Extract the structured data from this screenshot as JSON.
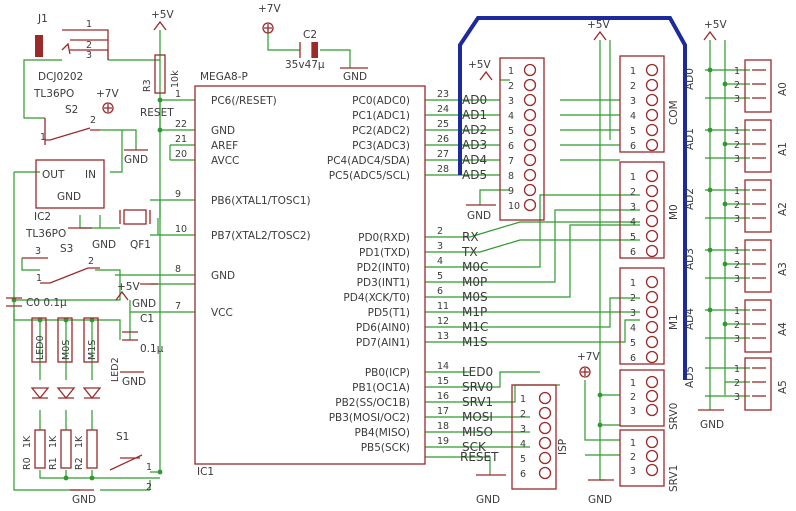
{
  "supplies": {
    "vcc5": "+5V",
    "vcc7": "+7V",
    "gnd": "GND"
  },
  "j1": {
    "ref": "J1",
    "type": "DCJ0202",
    "pins": [
      "1",
      "2",
      "3"
    ]
  },
  "s2": {
    "ref": "S2",
    "type": "TL36PO",
    "pins": [
      "1",
      "2"
    ]
  },
  "ic2": {
    "ref": "IC2",
    "out": "OUT",
    "in": "IN",
    "gnd": "GND"
  },
  "s3": {
    "ref": "S3",
    "type": "TL36PO",
    "pins": [
      "1",
      "2",
      "3"
    ]
  },
  "c0": {
    "label": "C0 0.1µ"
  },
  "c1": {
    "ref": "C1",
    "value": "0.1µ"
  },
  "c2": {
    "ref": "C2",
    "value": "35v47µ"
  },
  "r3": {
    "ref": "R3",
    "value": "10k"
  },
  "reset_net": "RESET",
  "qf1": {
    "ref": "QF1"
  },
  "leds": [
    {
      "name": "LED0"
    },
    {
      "name": "M0S"
    },
    {
      "name": "M1S"
    }
  ],
  "led2": {
    "ref": "LED2"
  },
  "resistors": [
    {
      "ref": "R0",
      "value": "1K"
    },
    {
      "ref": "R1",
      "value": "1K"
    },
    {
      "ref": "R2",
      "value": "1K"
    }
  ],
  "s1": {
    "ref": "S1",
    "pins": [
      "1",
      "2"
    ]
  },
  "ic1": {
    "type": "MEGA8-P",
    "ref": "IC1",
    "left_pins": [
      {
        "num": "1",
        "name": "PC6(/RESET)"
      },
      {
        "num": "22",
        "name": "GND"
      },
      {
        "num": "21",
        "name": "AREF"
      },
      {
        "num": "20",
        "name": "AVCC"
      },
      {
        "num": "9",
        "name": "PB6(XTAL1/TOSC1)"
      },
      {
        "num": "10",
        "name": "PB7(XTAL2/TOSC2)"
      },
      {
        "num": "8",
        "name": "GND"
      },
      {
        "num": "7",
        "name": "VCC"
      }
    ],
    "right_pins": [
      {
        "num": "23",
        "name": "PC0(ADC0)",
        "net": "AD0"
      },
      {
        "num": "24",
        "name": "PC1(ADC1)",
        "net": "AD1"
      },
      {
        "num": "25",
        "name": "PC2(ADC2)",
        "net": "AD2"
      },
      {
        "num": "26",
        "name": "PC3(ADC3)",
        "net": "AD3"
      },
      {
        "num": "27",
        "name": "PC4(ADC4/SDA)",
        "net": "AD4"
      },
      {
        "num": "28",
        "name": "PC5(ADC5/SCL)",
        "net": "AD5"
      },
      {
        "num": "2",
        "name": "PD0(RXD)",
        "net": "RX"
      },
      {
        "num": "3",
        "name": "PD1(TXD)",
        "net": "TX"
      },
      {
        "num": "4",
        "name": "PD2(INT0)",
        "net": "M0C"
      },
      {
        "num": "5",
        "name": "PD3(INT1)",
        "net": "M0P"
      },
      {
        "num": "6",
        "name": "PD4(XCK/T0)",
        "net": "M0S"
      },
      {
        "num": "11",
        "name": "PD5(T1)",
        "net": "M1P"
      },
      {
        "num": "12",
        "name": "PD6(AIN0)",
        "net": "M1C"
      },
      {
        "num": "13",
        "name": "PD7(AIN1)",
        "net": "M1S"
      },
      {
        "num": "14",
        "name": "PB0(ICP)",
        "net": "LED0"
      },
      {
        "num": "15",
        "name": "PB1(OC1A)",
        "net": "SRV0"
      },
      {
        "num": "16",
        "name": "PB2(SS/OC1B)",
        "net": "SRV1"
      },
      {
        "num": "17",
        "name": "PB3(MOSI/OC2)",
        "net": "MOSI"
      },
      {
        "num": "18",
        "name": "PB4(MISO)",
        "net": "MISO"
      },
      {
        "num": "19",
        "name": "PB5(SCK)",
        "net": "SCK"
      }
    ]
  },
  "hdr10": {
    "pins": [
      "1",
      "2",
      "3",
      "4",
      "5",
      "6",
      "7",
      "8",
      "9",
      "10"
    ]
  },
  "isp": {
    "label": "ISP",
    "pins": [
      "1",
      "2",
      "3",
      "4",
      "5",
      "6"
    ]
  },
  "com": {
    "label": "COM",
    "pins": [
      "1",
      "2",
      "3",
      "4",
      "5",
      "6"
    ]
  },
  "m0": {
    "label": "M0",
    "pins": [
      "1",
      "2",
      "3",
      "4",
      "5",
      "6"
    ]
  },
  "m1": {
    "label": "M1",
    "pins": [
      "1",
      "2",
      "3",
      "4",
      "5",
      "6"
    ]
  },
  "srv0": {
    "label": "SRV0",
    "pins": [
      "1",
      "2",
      "3"
    ]
  },
  "srv1": {
    "label": "SRV1",
    "pins": [
      "1",
      "2",
      "3"
    ]
  },
  "analog": [
    {
      "net": "AD0",
      "ref": "A0",
      "pins": [
        "1",
        "2",
        "3"
      ]
    },
    {
      "net": "AD1",
      "ref": "A1",
      "pins": [
        "1",
        "2",
        "3"
      ]
    },
    {
      "net": "AD2",
      "ref": "A2",
      "pins": [
        "1",
        "2",
        "3"
      ]
    },
    {
      "net": "AD3",
      "ref": "A3",
      "pins": [
        "1",
        "2",
        "3"
      ]
    },
    {
      "net": "AD4",
      "ref": "A4",
      "pins": [
        "1",
        "2",
        "3"
      ]
    },
    {
      "net": "AD5",
      "ref": "A5",
      "pins": [
        "1",
        "2",
        "3"
      ]
    }
  ]
}
